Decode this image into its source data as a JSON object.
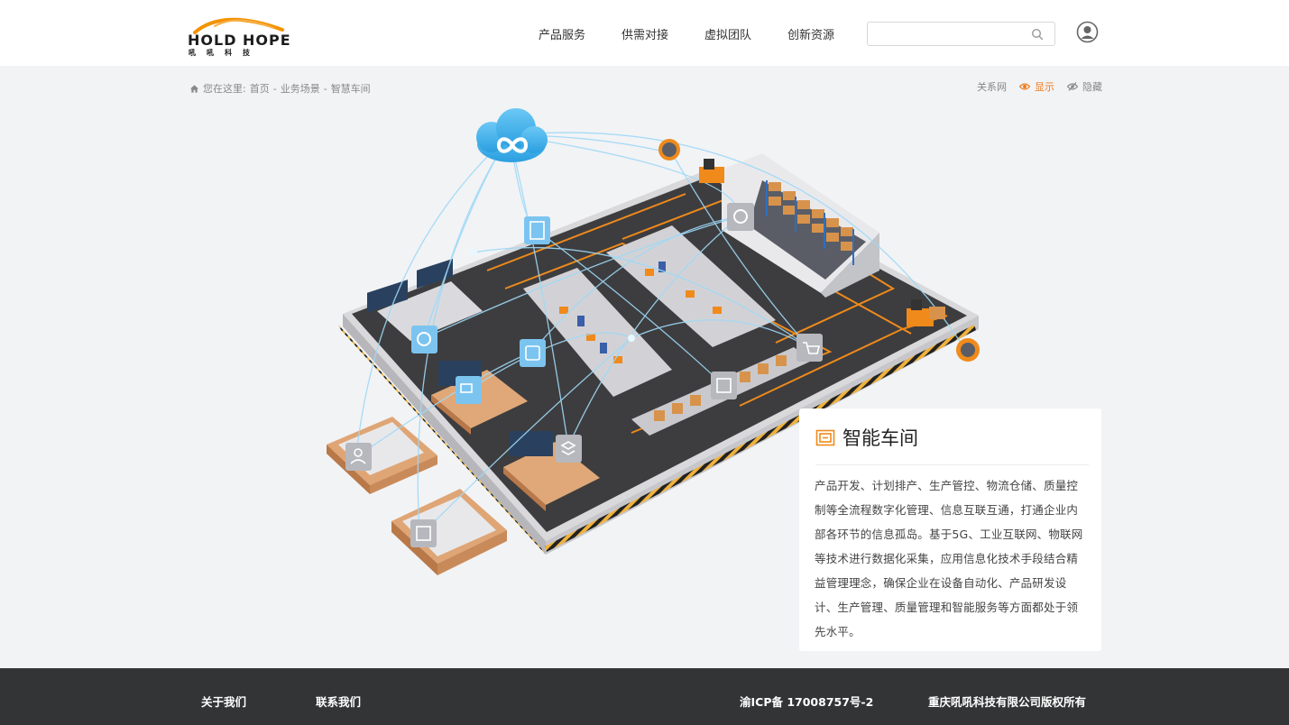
{
  "brand": {
    "logo_text": "HOLD HOPE",
    "logo_sub": "吼吼科技",
    "accent": "#f39200"
  },
  "nav": {
    "items": [
      {
        "label": "产品服务"
      },
      {
        "label": "供需对接"
      },
      {
        "label": "虚拟团队"
      },
      {
        "label": "创新资源"
      }
    ],
    "search_value": "",
    "search_icon": "search-icon",
    "user_icon": "user-icon"
  },
  "breadcrumb": {
    "prefix": "您在这里:",
    "items": [
      "首页",
      "业务场景",
      "智慧车间"
    ],
    "separator": "-"
  },
  "toggles": {
    "network_label": "关系网",
    "show_label": "显示",
    "hide_label": "隐藏",
    "active": "show",
    "active_color": "#ee7a1a"
  },
  "info_card": {
    "title": "智能车间",
    "body": "产品开发、计划排产、生产管控、物流仓储、质量控制等全流程数字化管理、信息互联互通，打通企业内部各环节的信息孤岛。基于5G、工业互联网、物联网等技术进行数据化采集，应用信息化技术手段结合精益管理理念，确保企业在设备自动化、产品研发设计、生产管理、质量管理和智能服务等方面都处于领先水平。"
  },
  "footer": {
    "about": "关于我们",
    "contact": "联系我们",
    "icp": "渝ICP备 17008757号-2",
    "copyright": "重庆吼吼科技有限公司版权所有"
  }
}
